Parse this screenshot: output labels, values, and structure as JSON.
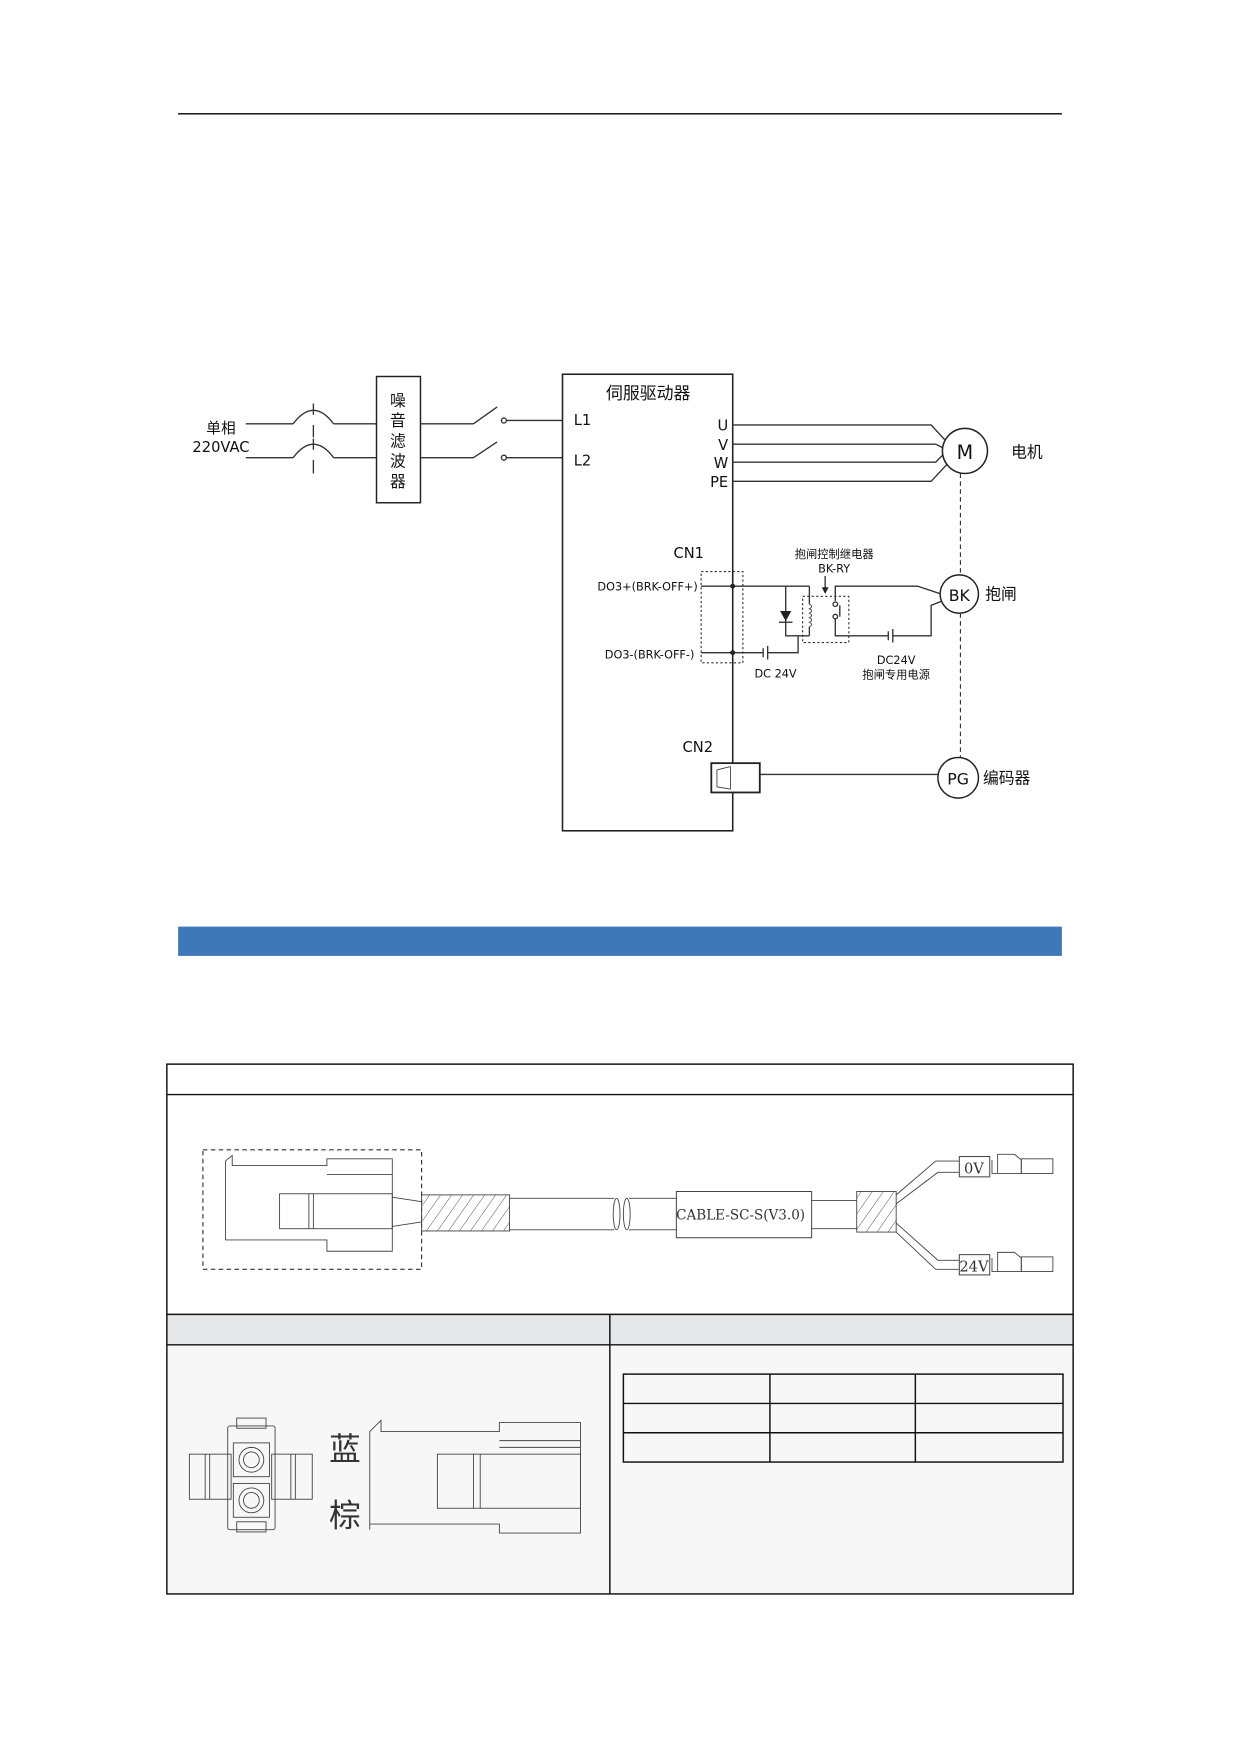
{
  "diagram": {
    "input_label": "单相",
    "input_voltage": "220VAC",
    "filter_chars": [
      "噪",
      "音",
      "滤",
      "波",
      "器"
    ],
    "driver_title": "伺服驱动器",
    "l1": "L1",
    "l2": "L2",
    "outputs": [
      "U",
      "V",
      "W",
      "PE"
    ],
    "motor_symbol": "M",
    "motor_label": "电机",
    "cn1": "CN1",
    "do3_plus": "DO3+(BRK-OFF+)",
    "do3_minus": "DO3-(BRK-OFF-)",
    "relay_label": "抱闸控制继电器",
    "relay_id": "BK-RY",
    "dc24v_left": "DC 24V",
    "dc24v_right": "DC24V",
    "brake_power_label": "抱闸专用电源",
    "brake_symbol": "BK",
    "brake_label": "抱闸",
    "cn2": "CN2",
    "encoder_symbol": "PG",
    "encoder_label": "编码器"
  },
  "section_bar_color": "#3e78b9",
  "cable": {
    "model_label": "CABLE-SC-S(V3.0)",
    "wire_0v": "0V",
    "wire_24v": "24V",
    "color_blue": "蓝",
    "color_brown": "棕"
  }
}
